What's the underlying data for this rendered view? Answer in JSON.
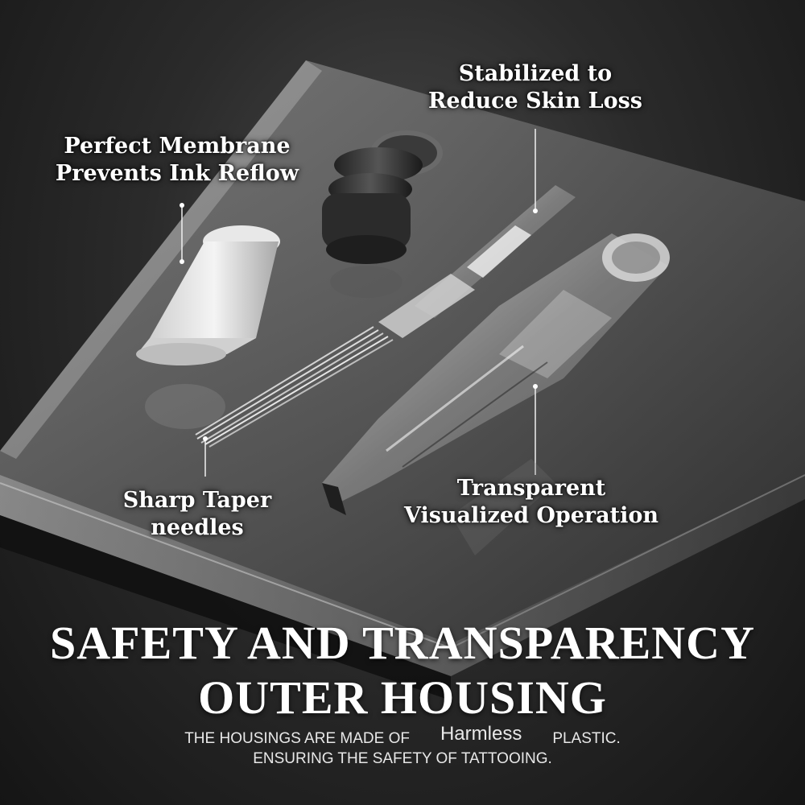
{
  "callouts": {
    "membrane": {
      "line1": "Perfect Membrane",
      "line2": "Prevents Ink Reflow"
    },
    "stabilized": {
      "line1": "Stabilized to",
      "line2": "Reduce Skin Loss"
    },
    "taper": {
      "line1": "Sharp Taper",
      "line2": "needles"
    },
    "transparent": {
      "line1": "Transparent",
      "line2": "Visualized Operation"
    }
  },
  "headline": {
    "line1": "SAFETY AND TRANSPARENCY",
    "line2": "OUTER HOUSING"
  },
  "subtext": {
    "part1": "THE HOUSINGS ARE MADE OF",
    "emphasis": "Harmless",
    "part2": "PLASTIC.",
    "line2": "ENSURING THE SAFETY OF TATTOOING."
  }
}
